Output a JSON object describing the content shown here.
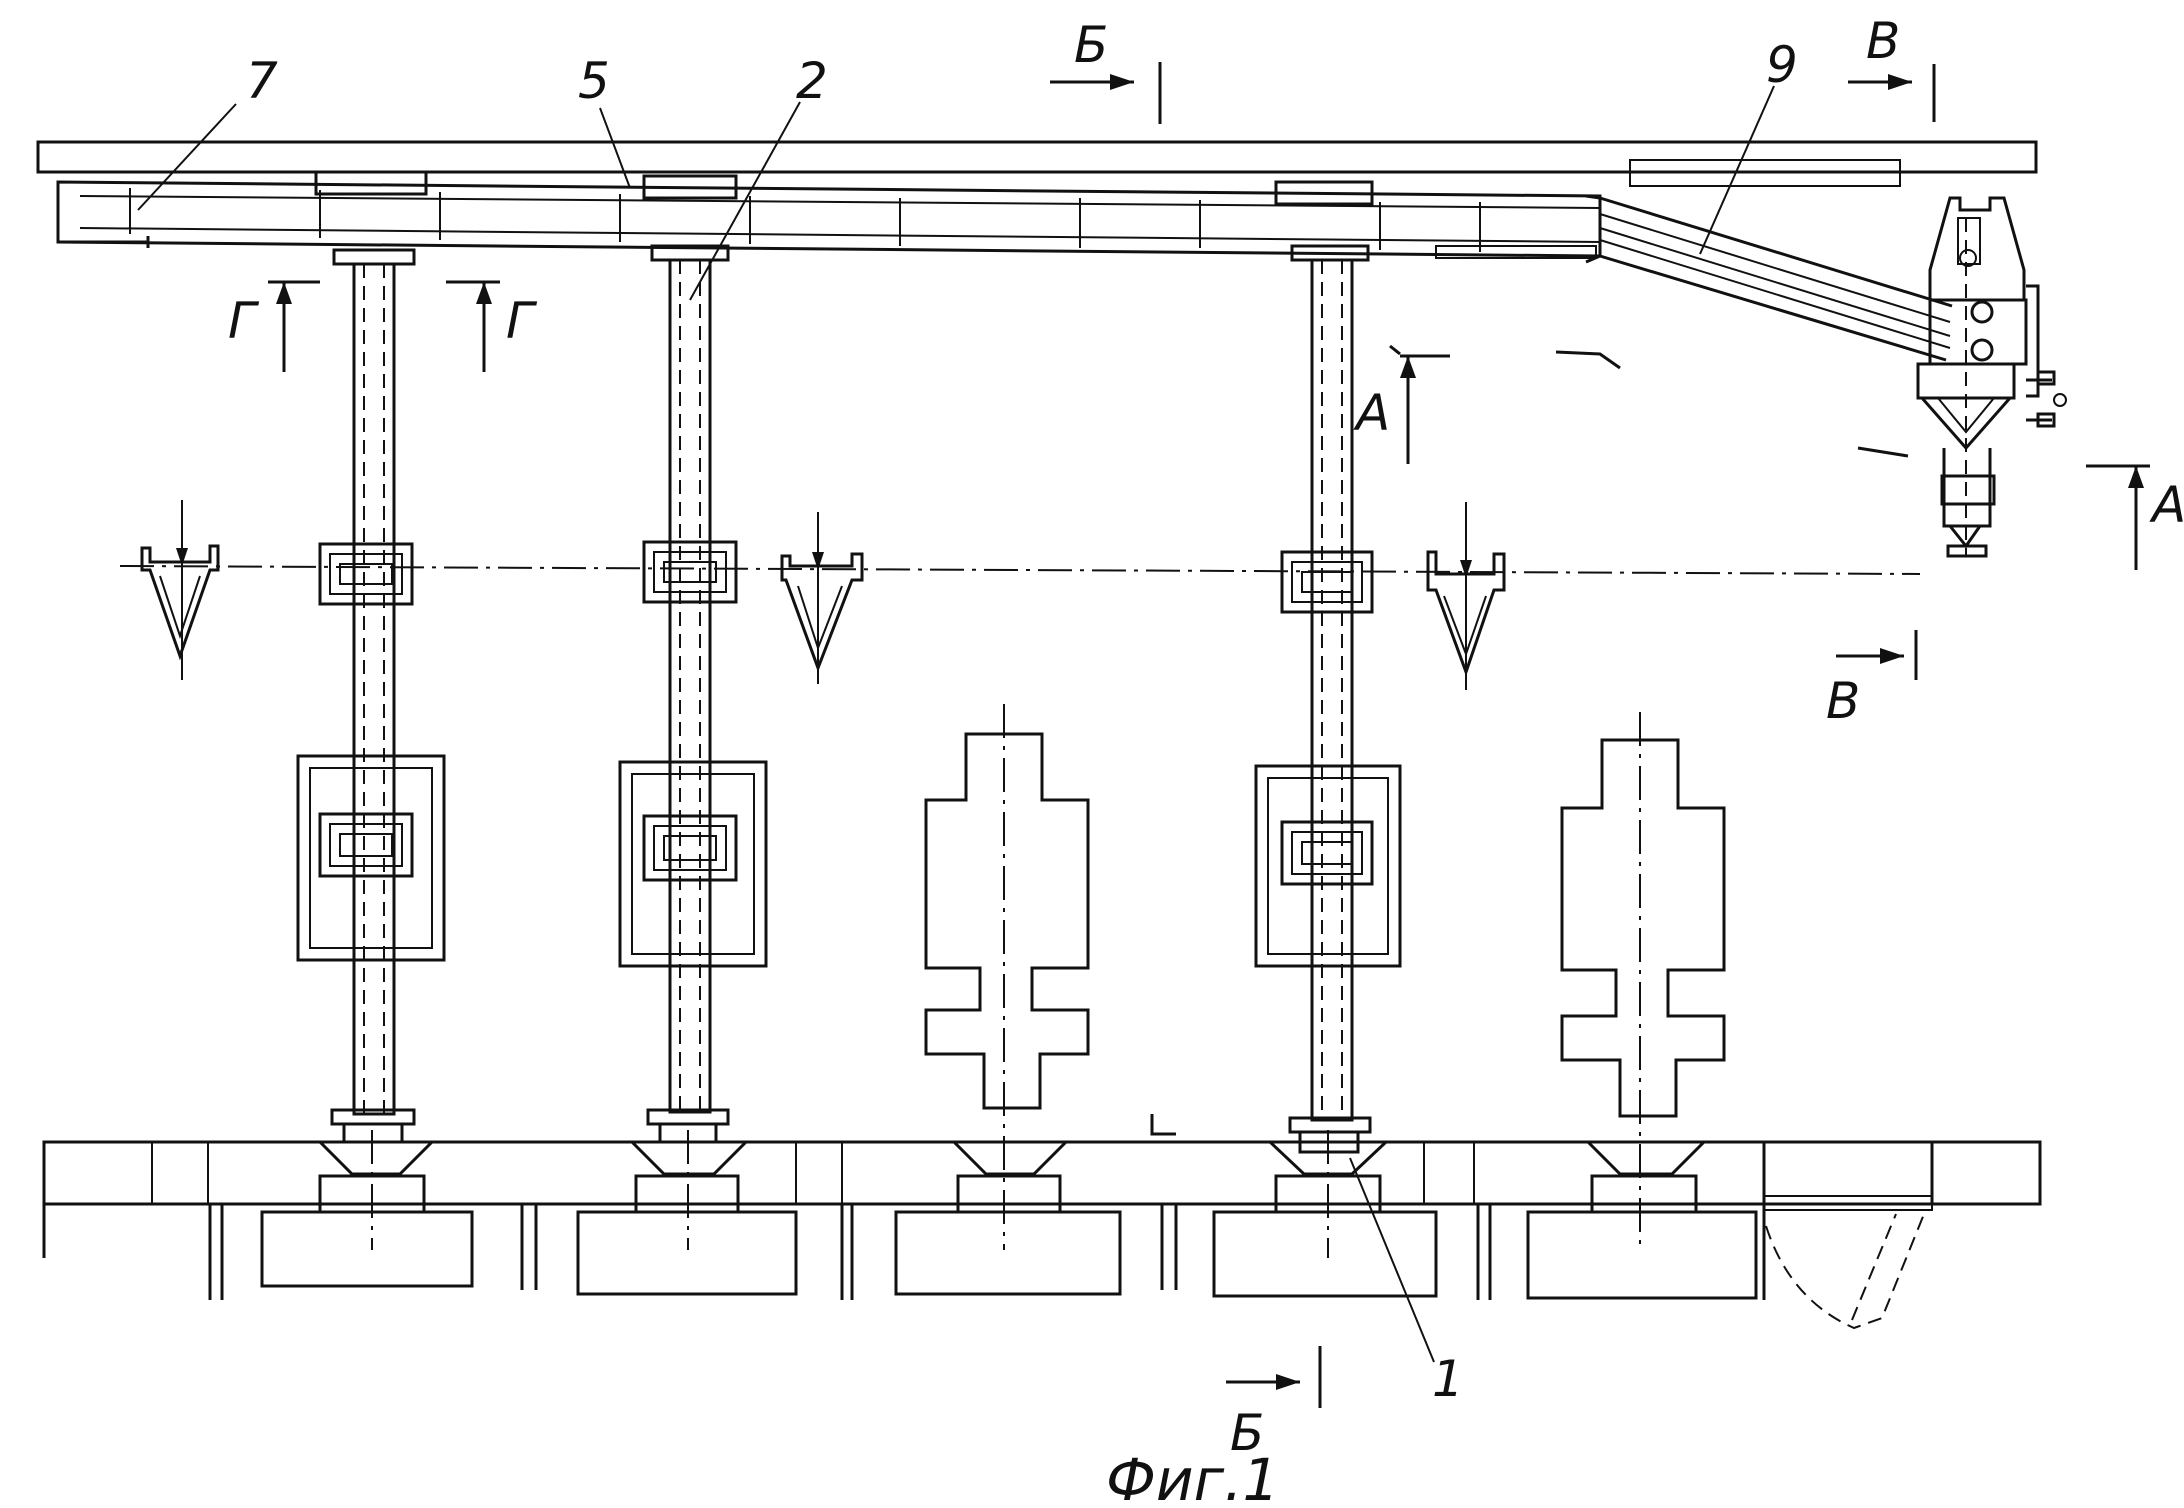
{
  "figure": {
    "caption": "Фиг.1",
    "part_labels": {
      "p1": "1",
      "p2": "2",
      "p5": "5",
      "p7": "7",
      "p9": "9"
    },
    "section_labels": {
      "a_left": "А",
      "a_right": "А",
      "b_top": "Б",
      "b_bottom": "Б",
      "v_top": "В",
      "v_bottom": "В",
      "g_left": "Г",
      "g_right": "Г"
    }
  }
}
